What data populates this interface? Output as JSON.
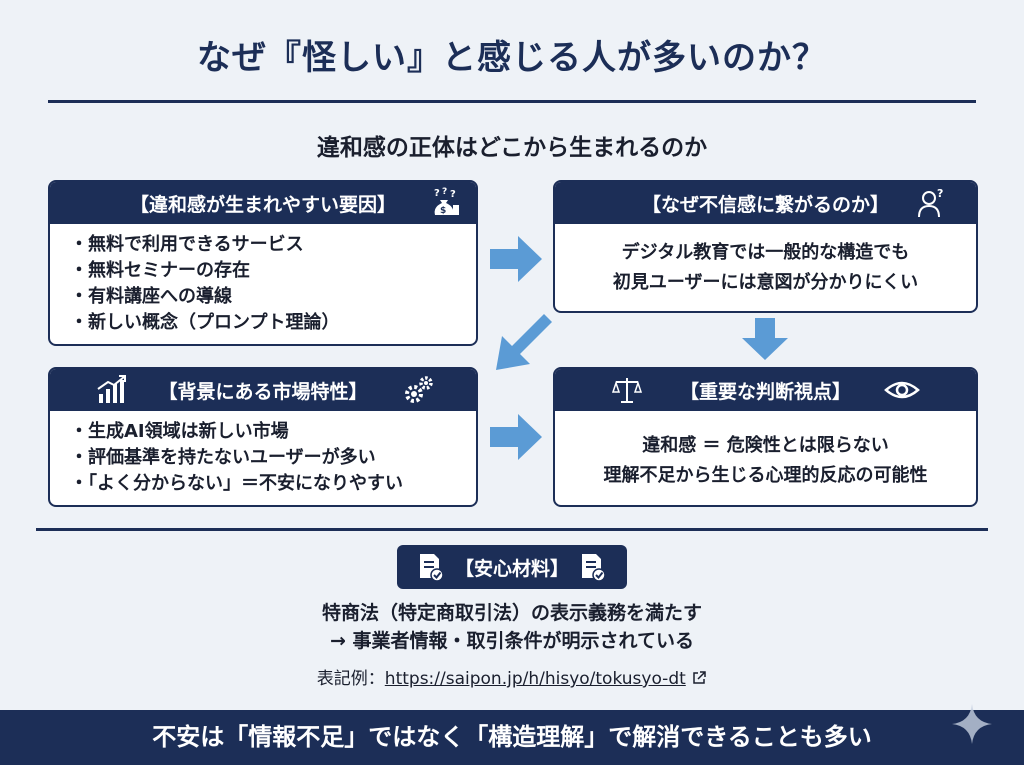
{
  "title": "なぜ『怪しい』と感じる人が多いのか？",
  "subtitle": "違和感の正体はどこから生まれるのか",
  "cards": {
    "factors": {
      "heading": "【違和感が生まれやすい要因】",
      "icon": "money-bag-question-icon",
      "items": [
        "無料で利用できるサービス",
        "無料セミナーの存在",
        "有料講座への導線",
        "新しい概念（プロンプト理論）"
      ]
    },
    "distrust": {
      "heading": "【なぜ不信感に繋がるのか】",
      "icon": "confused-person-icon",
      "lines": [
        "デジタル教育では一般的な構造でも",
        "初見ユーザーには意図が分かりにくい"
      ]
    },
    "market": {
      "heading": "【背景にある市場特性】",
      "icon_left": "growth-chart-icon",
      "icon_right": "gears-icon",
      "items": [
        "生成AI領域は新しい市場",
        "評価基準を持たないユーザーが多い",
        "「よく分からない」＝不安になりやすい"
      ]
    },
    "viewpoint": {
      "heading": "【重要な判断視点】",
      "icon_left": "scales-icon",
      "icon_right": "eye-icon",
      "lines": [
        "違和感 ＝ 危険性とは限らない",
        "理解不足から生じる心理的反応の可能性"
      ]
    }
  },
  "reassurance": {
    "heading": "【安心材料】",
    "icon": "document-check-icon",
    "line1": "特商法（特定商取引法）の表示義務を満たす",
    "line2": "→ 事業者情報・取引条件が明示されている",
    "example_label": "表記例：",
    "example_link": "https://saipon.jp/h/hisyo/tokusyo-dt"
  },
  "footer": "不安は「情報不足」ではなく「構造理解」で解消できることも多い",
  "colors": {
    "navy": "#1c2e57",
    "arrow": "#5b9bd5",
    "background": "#eef2f7"
  }
}
